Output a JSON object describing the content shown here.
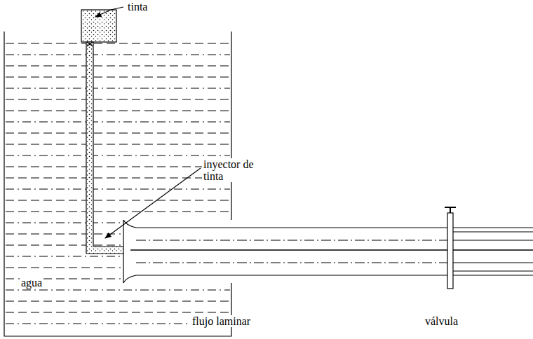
{
  "diagram": {
    "labels": [
      "tinta",
      "inyector de tinta",
      "agua",
      "flujo laminar",
      "válvula"
    ]
  }
}
